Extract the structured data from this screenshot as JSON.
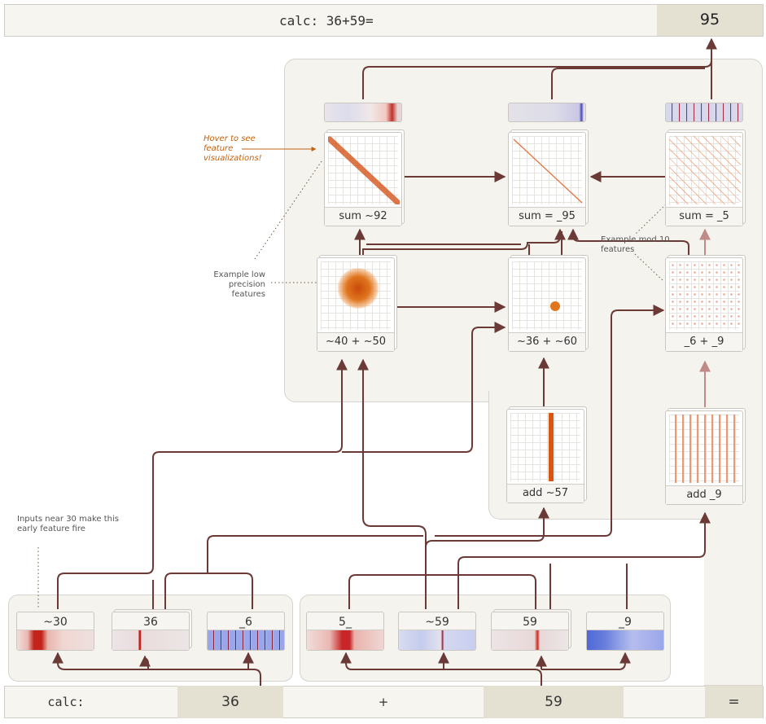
{
  "prompt_bar": {
    "prefix": "calc:",
    "operand_a": "36",
    "operator": "+",
    "operand_b": "59",
    "equals": "="
  },
  "output_bar": {
    "prompt": "calc: 36+59=",
    "answer": "95"
  },
  "nodes": {
    "sum_92": "sum ~92",
    "sum_95": "sum = _95",
    "sum_5": "sum = _5",
    "low_precision": "~40 + ~50",
    "mid": "~36 + ~60",
    "mod10": "_6 + _9",
    "add_57": "add ~57",
    "add_9": "add _9"
  },
  "inputs": {
    "approx_30": "~30",
    "exact_36": "36",
    "ones_6": "_6",
    "tens_5": "5_",
    "approx_59": "~59",
    "exact_59": "59",
    "ones_9": "_9"
  },
  "annotations": {
    "hover": "Hover to see feature visualizations!",
    "low_precision": "Example low precision features",
    "mod10": "Example mod 10 features",
    "inputs": "Inputs near 30 make this early feature fire"
  },
  "colors": {
    "arrow": "#6b3a36",
    "arrow_light": "#c08a86",
    "hover_text": "#c0620f",
    "answer_bg": "#e4e0d2"
  }
}
